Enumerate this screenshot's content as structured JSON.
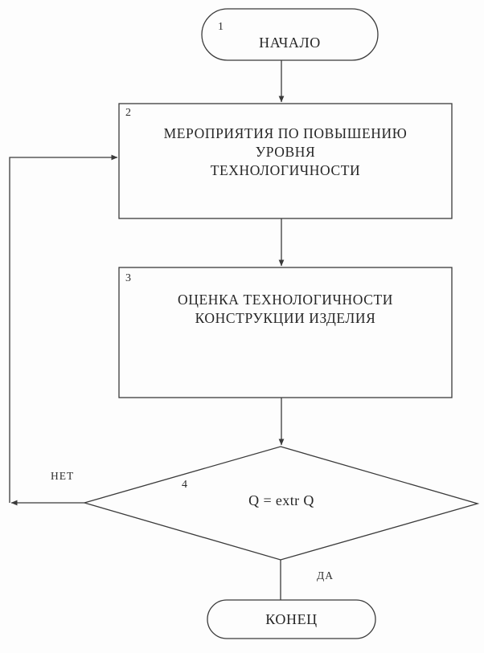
{
  "diagram": {
    "title": "Flowchart: Manufacturability assessment loop",
    "colors": {
      "background": "#fdfdfd",
      "stroke": "#3a3a3a",
      "text": "#262626"
    },
    "nodes": [
      {
        "id": "start",
        "shape": "terminator",
        "number": "1",
        "text": "НАЧАЛО"
      },
      {
        "id": "measures",
        "shape": "process",
        "number": "2",
        "text": "МЕРОПРИЯТИЯ ПО ПОВЫШЕНИЮ\nУРОВНЯ\nТЕХНОЛОГИЧНОСТИ"
      },
      {
        "id": "assessment",
        "shape": "process",
        "number": "3",
        "text": "ОЦЕНКА ТЕХНОЛОГИЧНОСТИ\nКОНСТРУКЦИИ ИЗДЕЛИЯ"
      },
      {
        "id": "decision",
        "shape": "decision",
        "number": "4",
        "text": "Q = extr Q"
      },
      {
        "id": "end",
        "shape": "terminator",
        "number": "",
        "text": "КОНЕЦ"
      }
    ],
    "edges": [
      {
        "id": "start-to-measures",
        "from": "start",
        "to": "measures",
        "label": ""
      },
      {
        "id": "measures-to-assessment",
        "from": "measures",
        "to": "assessment",
        "label": ""
      },
      {
        "id": "assessment-to-decision",
        "from": "assessment",
        "to": "decision",
        "label": ""
      },
      {
        "id": "decision-no-loop",
        "from": "decision",
        "to": "measures",
        "label": "НЕТ"
      },
      {
        "id": "decision-yes-end",
        "from": "decision",
        "to": "end",
        "label": "ДА"
      }
    ]
  }
}
